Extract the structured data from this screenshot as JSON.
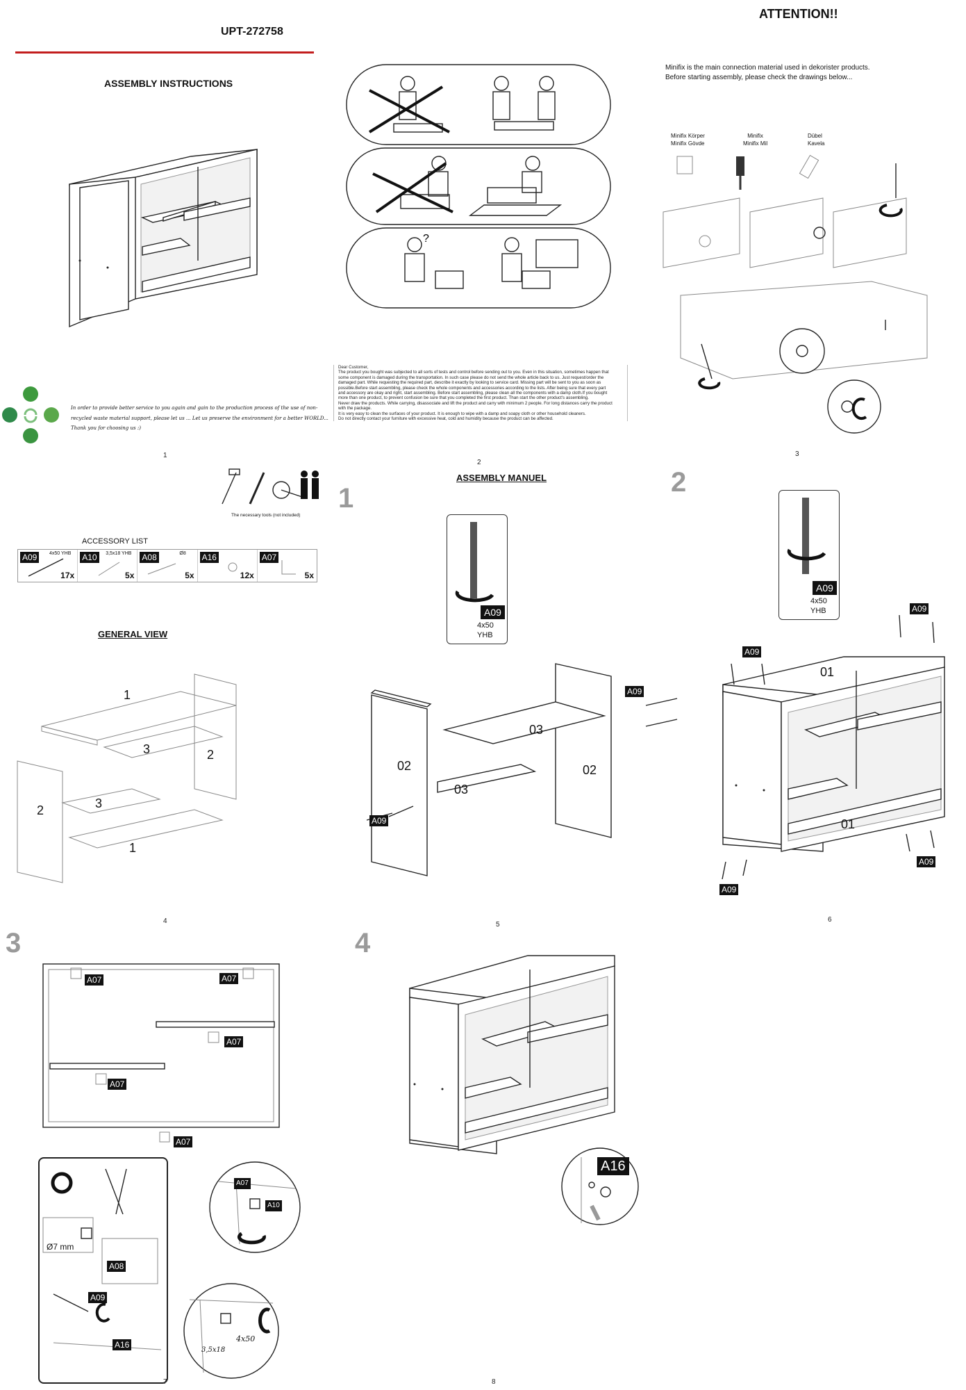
{
  "p1": {
    "product_code": "UPT-272758",
    "title": "ASSEMBLY INSTRUCTIONS",
    "eco_text_1": "In order to provide better service to you again and gain to the production process of the use of non-",
    "eco_text_2": "recycled waste material support, please let us ... Let us preserve the environment for a better WORLD...",
    "eco_text_3": "Thank you for choosing us :)",
    "page_number": "1"
  },
  "p2": {
    "greeting": "Dear Customer,",
    "notice": [
      "The product you bought was subjected to all sorts of tests and control before sending out to you. Even in this situation, sometimes happen that",
      "some component is damaged during the transportation. In such case please do not send the whole article back to us. Just request/order the",
      "damaged part. While requesting the required part, describe it exactly by looking to service card. Missing part will be sent to you as soon as",
      "possible.Before start assembling, please check the whole components and accessories according to the lists. After being sure that every part",
      "and accessory are okay and right, start assembling. Before start assembling, please clean all the components with a damp cloth.If you bought",
      "more than one product, to prevent confusion be sure that you completed the first product. Than start the other product's assembling.",
      "Never draw the products. While carrying, disassociate and lift the product and carry with minimum 2 people. For long distances carry the product",
      "with the package.",
      "It is very easy to clean the surfaces of your product. It is enough to wipe with a damp and soapy cloth or other household cleaners.",
      "Do not directly contact your furniture with excessive heat, cold and humidity because the product can be affected."
    ],
    "page_number": "2"
  },
  "p3": {
    "title": "ATTENTION!!",
    "intro_1": "Minifix is the main connection material used in dekorister products.",
    "intro_2": "Before starting assembly, please check the drawings below...",
    "label_minifix_body_1": "Minifix Körper",
    "label_minifix_body_2": "Minifix Gövde",
    "label_minifix_pin_1": "Minifix",
    "label_minifix_pin_2": "Minifix Mil",
    "label_dowel_1": "Dübel",
    "label_dowel_2": "Kavela",
    "page_number": "3"
  },
  "p4": {
    "tools_caption": "The necessary tools (not included)",
    "accessory_title": "ACCESSORY LIST",
    "accessories": [
      {
        "code": "A09",
        "spec": "4x50 YHB",
        "qty": "17x"
      },
      {
        "code": "A10",
        "spec": "3,5x18 YHB",
        "qty": "5x"
      },
      {
        "code": "A08",
        "spec": "Ø8",
        "qty": "5x"
      },
      {
        "code": "A16",
        "spec": "",
        "qty": "12x"
      },
      {
        "code": "A07",
        "spec": "",
        "qty": "5x"
      }
    ],
    "general_view_title": "GENERAL VIEW",
    "parts": {
      "top": "1",
      "shelf_upper": "3",
      "side_right": "2",
      "side_left": "2",
      "shelf_lower": "3",
      "bottom": "1"
    },
    "page_number": "4"
  },
  "p5": {
    "step": "1",
    "title": "ASSEMBLY MANUEL",
    "screw_code": "A09",
    "screw_spec_1": "4x50",
    "screw_spec_2": "YHB",
    "part_side_left": "02",
    "part_side_right": "02",
    "part_shelf_upper": "03",
    "part_shelf_lower": "03",
    "tag_right": "A09",
    "tag_left": "A09",
    "page_number": "5"
  },
  "p6": {
    "step": "2",
    "screw_code": "A09",
    "screw_spec_1": "4x50",
    "screw_spec_2": "YHB",
    "part_top": "01",
    "part_bottom": "01",
    "tag_top_left": "A09",
    "tag_top_right": "A09",
    "tag_bottom_left": "A09",
    "tag_bottom_right": "A09",
    "page_number": "6"
  },
  "p7": {
    "step": "3",
    "brackets": [
      "A07",
      "A07",
      "A07",
      "A07",
      "A07"
    ],
    "drill_size": "Ø7 mm",
    "tag_a08": "A08",
    "tag_a09": "A09",
    "tag_a16": "A16",
    "detail_a07": "A07",
    "detail_a10": "A10",
    "detail_spec_1": "3,5x18",
    "detail_spec_2": "4x50",
    "page_number": "7"
  },
  "p8": {
    "step": "4",
    "tag_a16": "A16",
    "page_number": "8"
  }
}
